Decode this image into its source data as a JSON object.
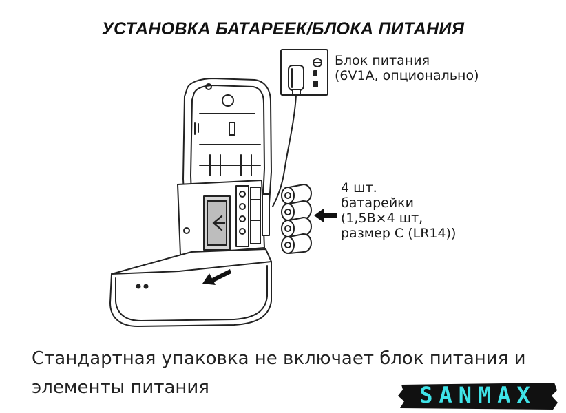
{
  "title": "УСТАНОВКА БАТАРЕЕК/БЛОКА ПИТАНИЯ",
  "power_supply": {
    "line1": "Блок питания",
    "line2": "(6V1A, опционально)"
  },
  "batteries": {
    "line1": "4 шт.",
    "line2": "батарейки",
    "line3": "(1,5В×4 шт,",
    "line4": "размер С (LR14))"
  },
  "footer": "Стандартная упаковка не включает блок питания и элементы питания",
  "logo": "SANMAX",
  "colors": {
    "logo_text": "#3fe3e8",
    "logo_bg": "#111111",
    "lines": "#222222"
  }
}
